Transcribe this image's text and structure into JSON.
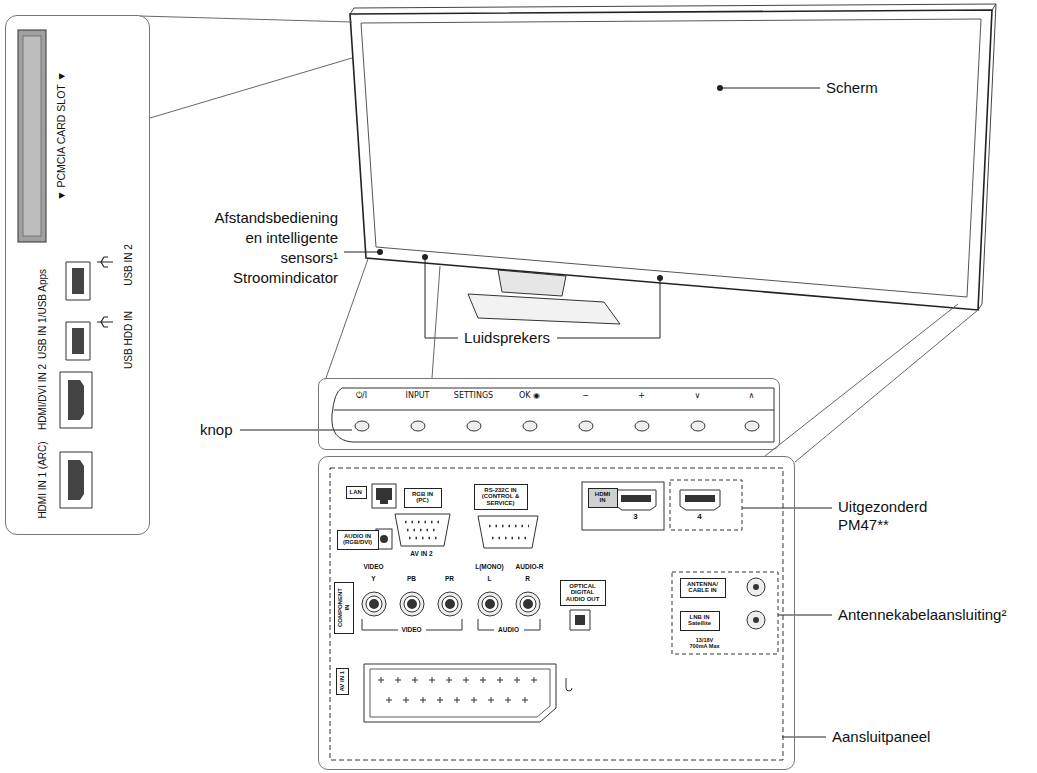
{
  "diagram": {
    "nodes": [
      {
        "text": [
          "▼ PCMCIA CARD SLOT ▼",
          "USB IN 2",
          "USB HDD IN",
          "USB IN 1/USB Apps",
          "HDMI/DVI IN 2",
          "HDMI IN 1 (ARC)"
        ]
      },
      {
        "text": [
          "⏻/I",
          "INPUT",
          "SETTINGS",
          "OK ◉",
          "−",
          "+",
          "∨",
          "∧"
        ]
      },
      {
        "text": [
          "AV IN 2",
          "3",
          "4",
          "VIDEO",
          "Y",
          "PB",
          "PR",
          "L(MONO)",
          "AUDIO-R",
          "L",
          "R",
          "VIDEO",
          "AUDIO",
          "13/18V 700mA Max"
        ]
      },
      {
        "text": [
          "LAN"
        ],
        "in": 2
      },
      {
        "text": [
          "RGB IN (PC)"
        ],
        "in": 2
      },
      {
        "text": [
          "RS-232C IN (CONTROL & SERVICE)"
        ],
        "in": 2
      },
      {
        "text": [
          "HDMI IN"
        ],
        "in": 2
      },
      {
        "text": [
          "AUDIO IN (RGB/DVI)"
        ],
        "in": 2
      },
      {
        "text": [
          "COMPONENT IN"
        ],
        "in": 2
      },
      {
        "text": [
          "OPTICAL DIGITAL AUDIO OUT"
        ],
        "in": 2
      },
      {
        "text": [
          "ANTENNA/ CABLE IN"
        ],
        "in": 2
      },
      {
        "text": [
          "LNB IN Satellite"
        ],
        "in": 2
      },
      {
        "text": [
          "AV IN 1"
        ],
        "in": 2
      }
    ],
    "labels": [
      "Scherm",
      "Afstandsbediening en intelligente sensors¹",
      "Stroomindicator",
      "Luidsprekers",
      "knop",
      "Uitgezonderd PM47**",
      "Antennekabelaansluiting²",
      "Aansluitpaneel"
    ]
  }
}
